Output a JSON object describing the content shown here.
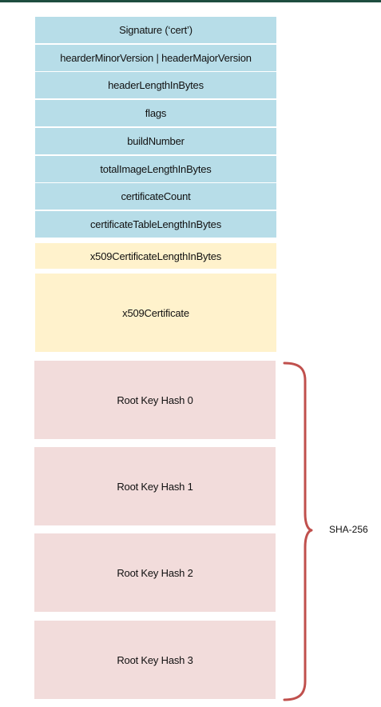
{
  "header_fields": [
    "Signature (‘cert’)",
    "hearderMinorVersion | headerMajorVersion",
    "headerLengthInBytes",
    "flags",
    "buildNumber",
    "totalImageLengthInBytes",
    "certificateCount",
    "certificateTableLengthInBytes"
  ],
  "x509_fields": [
    "x509CertificateLengthInBytes",
    "x509Certificate"
  ],
  "root_key_hashes": [
    "Root Key Hash 0",
    "Root Key Hash 1",
    "Root Key Hash 2",
    "Root Key Hash 3"
  ],
  "brace_label": "SHA-256",
  "colors": {
    "header_fill": "#b7dde8",
    "x509_fill": "#fff2cc",
    "hash_fill": "#f2dcdb",
    "brace_color": "#c0504d",
    "top_bar": "#1e4d3f"
  }
}
